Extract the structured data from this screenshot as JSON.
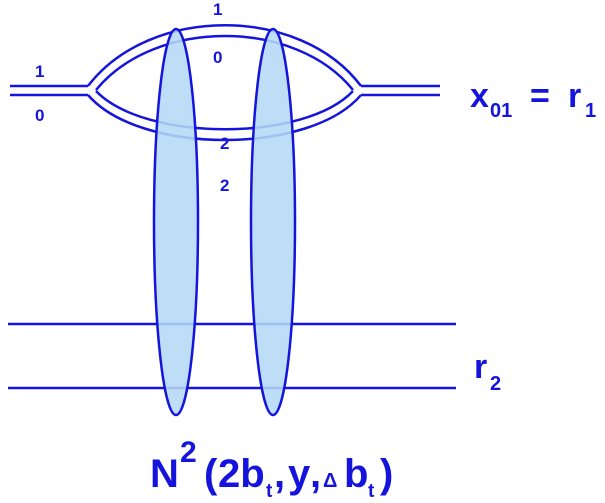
{
  "colors": {
    "line": "#1414dc",
    "ellipse_fill": "#b4daf5",
    "ellipse_stroke": "#1414dc",
    "text": "#1414dc"
  },
  "diagram": {
    "lines": {
      "left_upper": "1",
      "left_lower": "0",
      "top_outer": "1",
      "top_inner": "0",
      "bottom_inner": "2",
      "bottom_outer": "2"
    },
    "x_label": {
      "main": "x",
      "sub": "01",
      "eq": "=",
      "rhs": "r",
      "rhs_sub": "1"
    },
    "r2_label": {
      "main": "r",
      "sub": "2"
    },
    "formula": {
      "N": "N",
      "exp": "2",
      "open": "(",
      "two_b": "2b",
      "t1": "t",
      "comma1": ",",
      "y": "y",
      "comma2": ",",
      "delta": "Δ",
      "b": "b",
      "t2": "t",
      "close": ")"
    }
  }
}
